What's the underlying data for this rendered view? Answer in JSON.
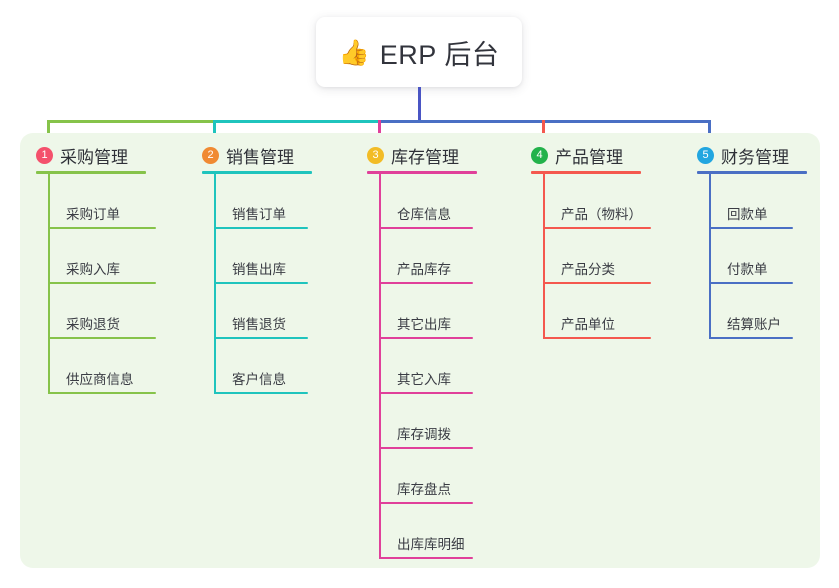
{
  "page": {
    "background_color": "#ffffff",
    "panel_color": "#eef7e9"
  },
  "root": {
    "icon": "thumbs-up-icon",
    "emoji": "👍",
    "title": "ERP 后台",
    "connector_color": "#4a55c4"
  },
  "columns": [
    {
      "number": "1",
      "title": "采购管理",
      "badge_color": "#f4516c",
      "line_color": "#86c34a",
      "items": [
        {
          "label": "采购订单"
        },
        {
          "label": "采购入库"
        },
        {
          "label": "采购退货"
        },
        {
          "label": "供应商信息"
        }
      ]
    },
    {
      "number": "2",
      "title": "销售管理",
      "badge_color": "#f08a33",
      "line_color": "#1fc4bd",
      "items": [
        {
          "label": "销售订单"
        },
        {
          "label": "销售出库"
        },
        {
          "label": "销售退货"
        },
        {
          "label": "客户信息"
        }
      ]
    },
    {
      "number": "3",
      "title": "库存管理",
      "badge_color": "#f2bc26",
      "line_color": "#e0409a",
      "items": [
        {
          "label": "仓库信息"
        },
        {
          "label": "产品库存"
        },
        {
          "label": "其它出库"
        },
        {
          "label": "其它入库"
        },
        {
          "label": "库存调拨"
        },
        {
          "label": "库存盘点"
        },
        {
          "label": "出库库明细"
        }
      ]
    },
    {
      "number": "4",
      "title": "产品管理",
      "badge_color": "#23b24b",
      "line_color": "#f4584e",
      "items": [
        {
          "label": "产品（物料）"
        },
        {
          "label": "产品分类"
        },
        {
          "label": "产品单位"
        }
      ]
    },
    {
      "number": "5",
      "title": "财务管理",
      "badge_color": "#22a6e0",
      "line_color": "#4a6fc4",
      "items": [
        {
          "label": "回款单"
        },
        {
          "label": "付款单"
        },
        {
          "label": "结算账户"
        }
      ]
    }
  ]
}
